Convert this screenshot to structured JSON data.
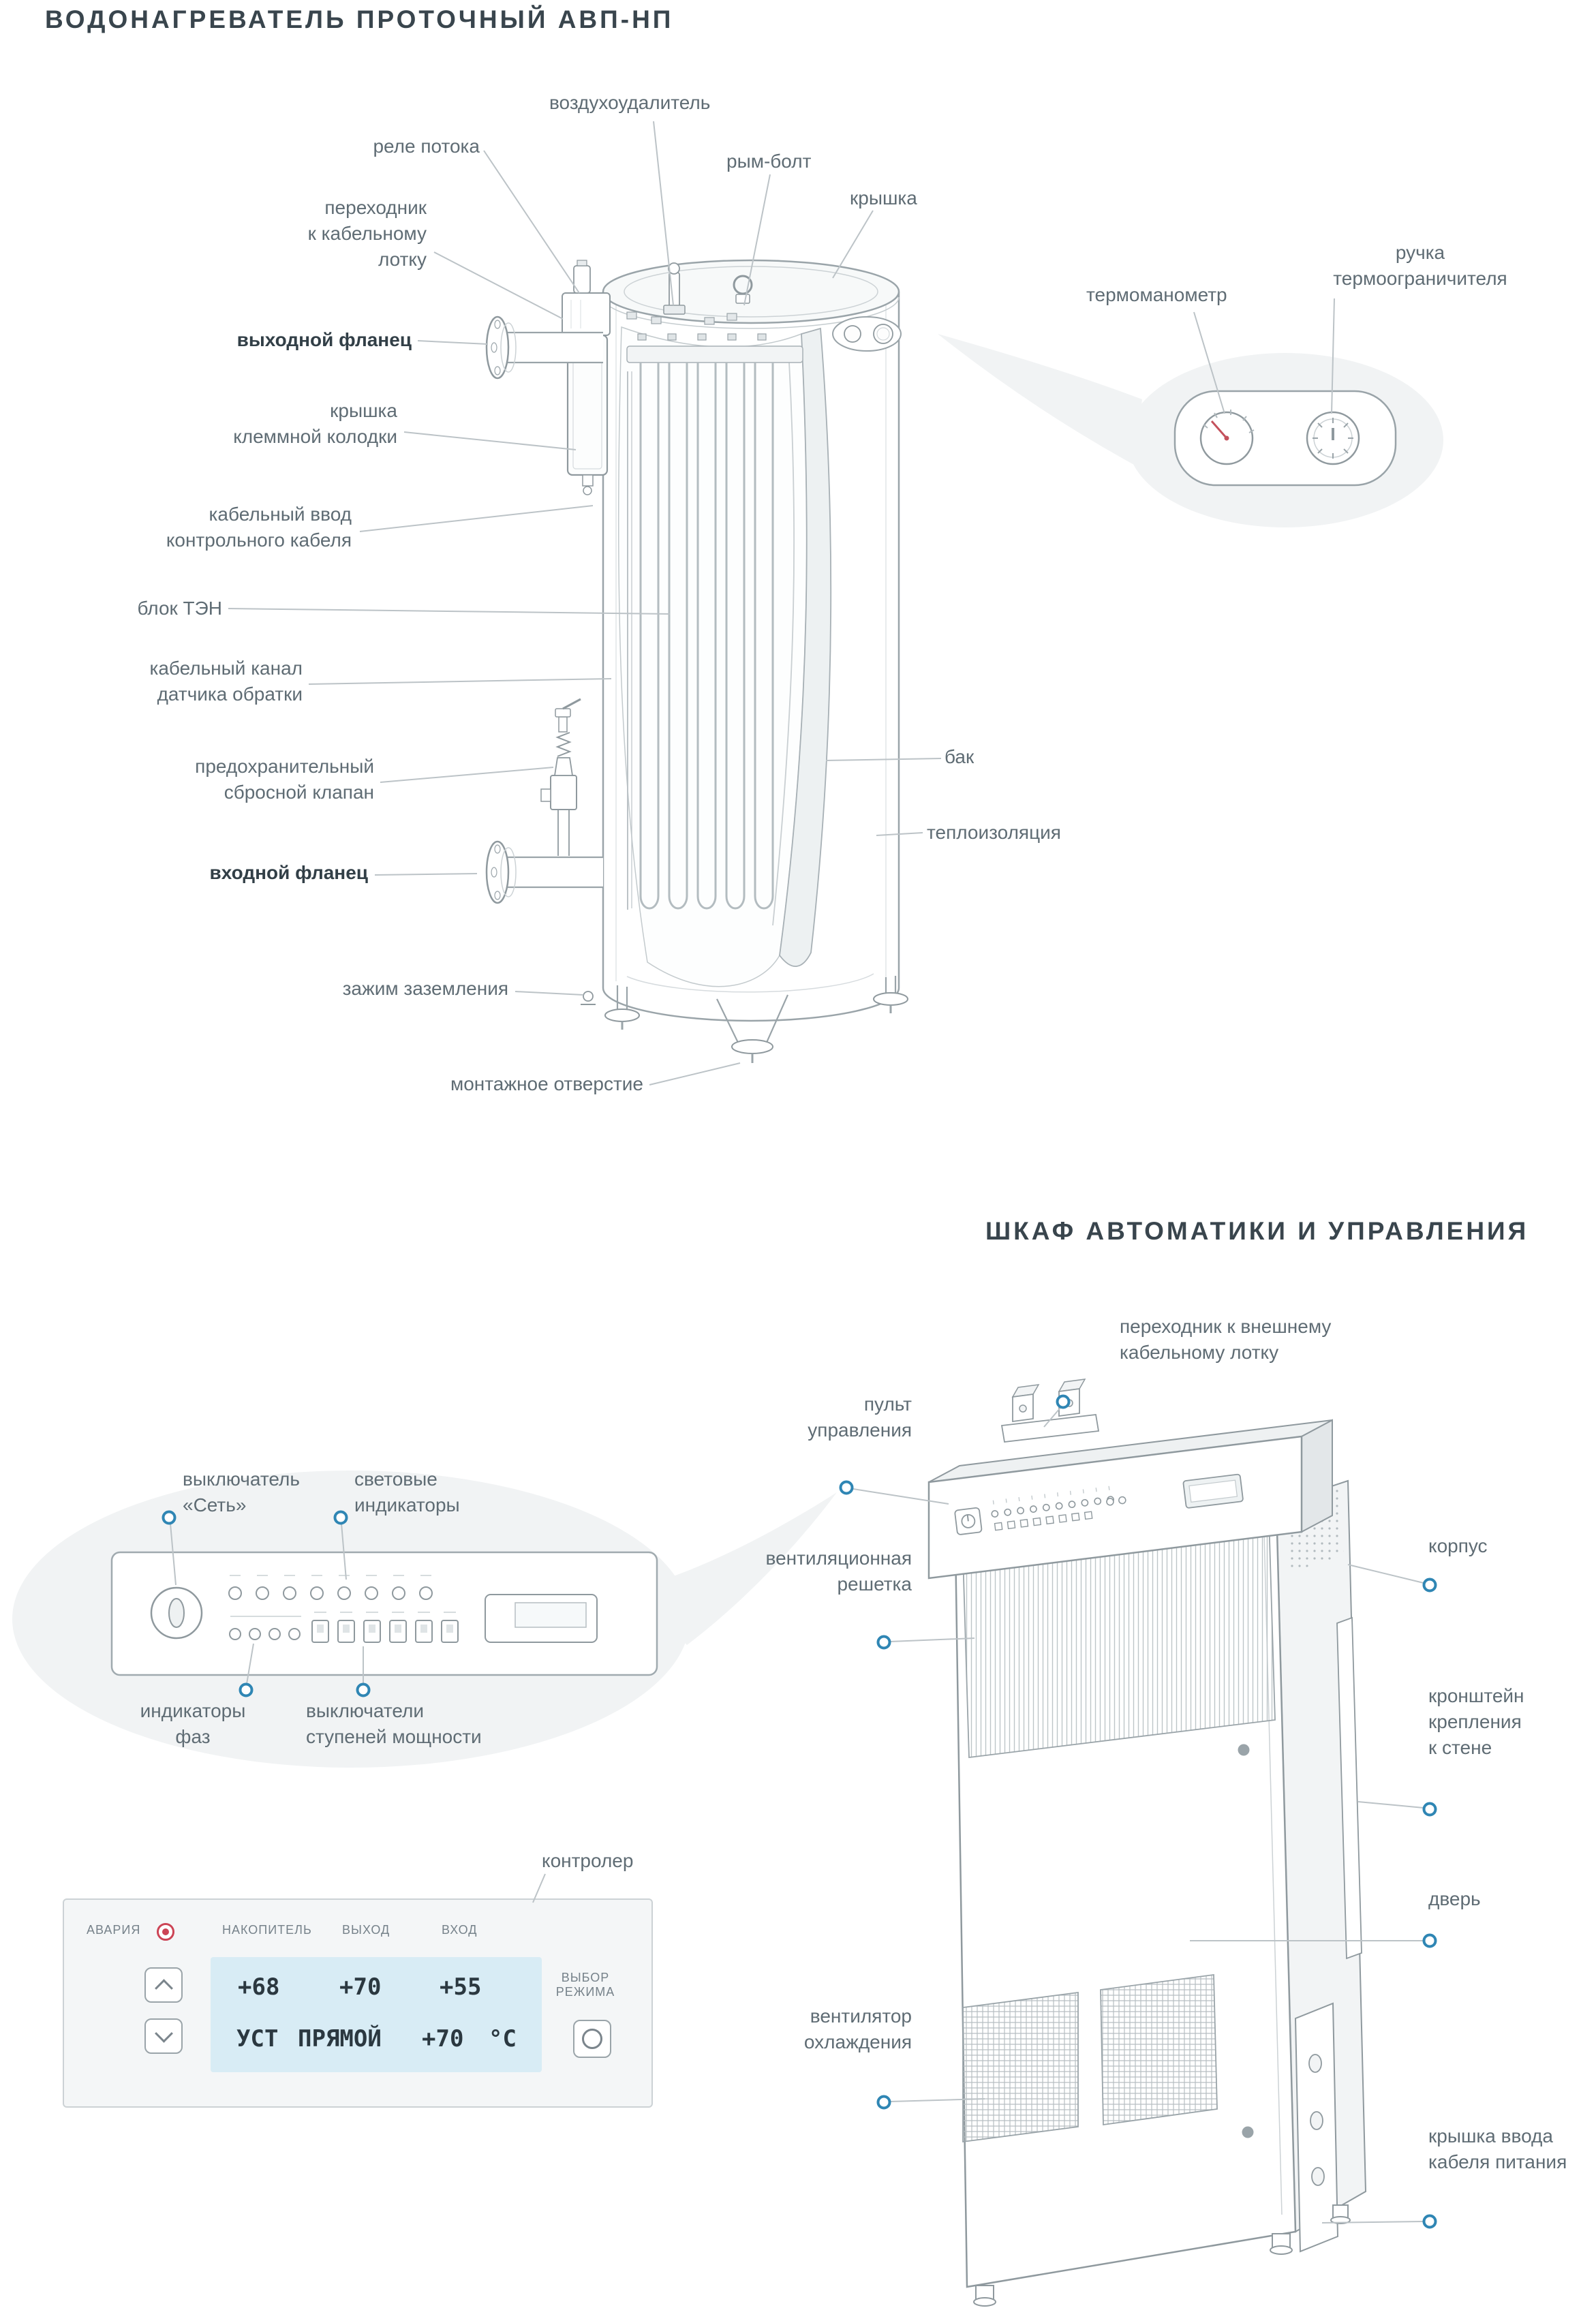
{
  "titles": {
    "heater": "ВОДОНАГРЕВАТЕЛЬ ПРОТОЧНЫЙ АВП-НП",
    "cabinet": "ШКАФ АВТОМАТИКИ И УПРАВЛЕНИЯ"
  },
  "heater": {
    "air_vent": "воздухоудалитель",
    "flow_relay": "реле потока",
    "eye_bolt": "рым-болт",
    "cover": "крышка",
    "cable_tray_adapter": "переходник\nк кабельному\nлотку",
    "output_flange": "выходной фланец",
    "terminal_cover": "крышка\nклеммной колодки",
    "control_cable_entry": "кабельный ввод\nконтрольного кабеля",
    "heating_block": "блок ТЭН",
    "return_sensor_channel": "кабельный канал\nдатчика обратки",
    "safety_valve": "предохранительный\nсбросной клапан",
    "input_flange": "входной фланец",
    "ground_clamp": "зажим заземления",
    "mounting_hole": "монтажное отверстие",
    "tank": "бак",
    "insulation": "теплоизоляция",
    "thermomanometer": "термоманометр",
    "limiter_handle": "ручка\nтермоограничителя"
  },
  "cabinet": {
    "external_tray_adapter": "переходник к внешнему\nкабельному лотку",
    "control_panel": "пульт\nуправления",
    "body": "корпус",
    "vent_grille": "вентиляционная\nрешетка",
    "wall_bracket": "кронштейн\nкрепления\nк стене",
    "door": "дверь",
    "cooling_fan": "вентилятор\nохлаждения",
    "power_cable_cover": "крышка ввода\nкабеля питания",
    "controller": "контролер"
  },
  "panel": {
    "power_switch": "выключатель\n«Сеть»",
    "indicators": "световые\nиндикаторы",
    "phase_indicators": "индикаторы\nфаз",
    "stage_switches": "выключатели\nступеней мощности"
  },
  "controller": {
    "alarm": "АВАРИЯ",
    "col_accumulator": "НАКОПИТЕЛЬ",
    "col_output": "ВЫХОД",
    "col_input": "ВХОД",
    "val_accumulator": "+68",
    "val_output": "+70",
    "val_input": "+55",
    "row2_mode": "УСТ",
    "row2_type": "ПРЯМОЙ",
    "row2_value": "+70",
    "row2_unit": "°С",
    "mode_select": "ВЫБОР\nРЕЖИМА"
  },
  "colors": {
    "accent_blue": "#2f86b4",
    "label_gray": "#5f6c74",
    "line_gray": "#bcc3c7",
    "alarm_red": "#cc4455",
    "lcd_blue": "#d8ecf5"
  }
}
